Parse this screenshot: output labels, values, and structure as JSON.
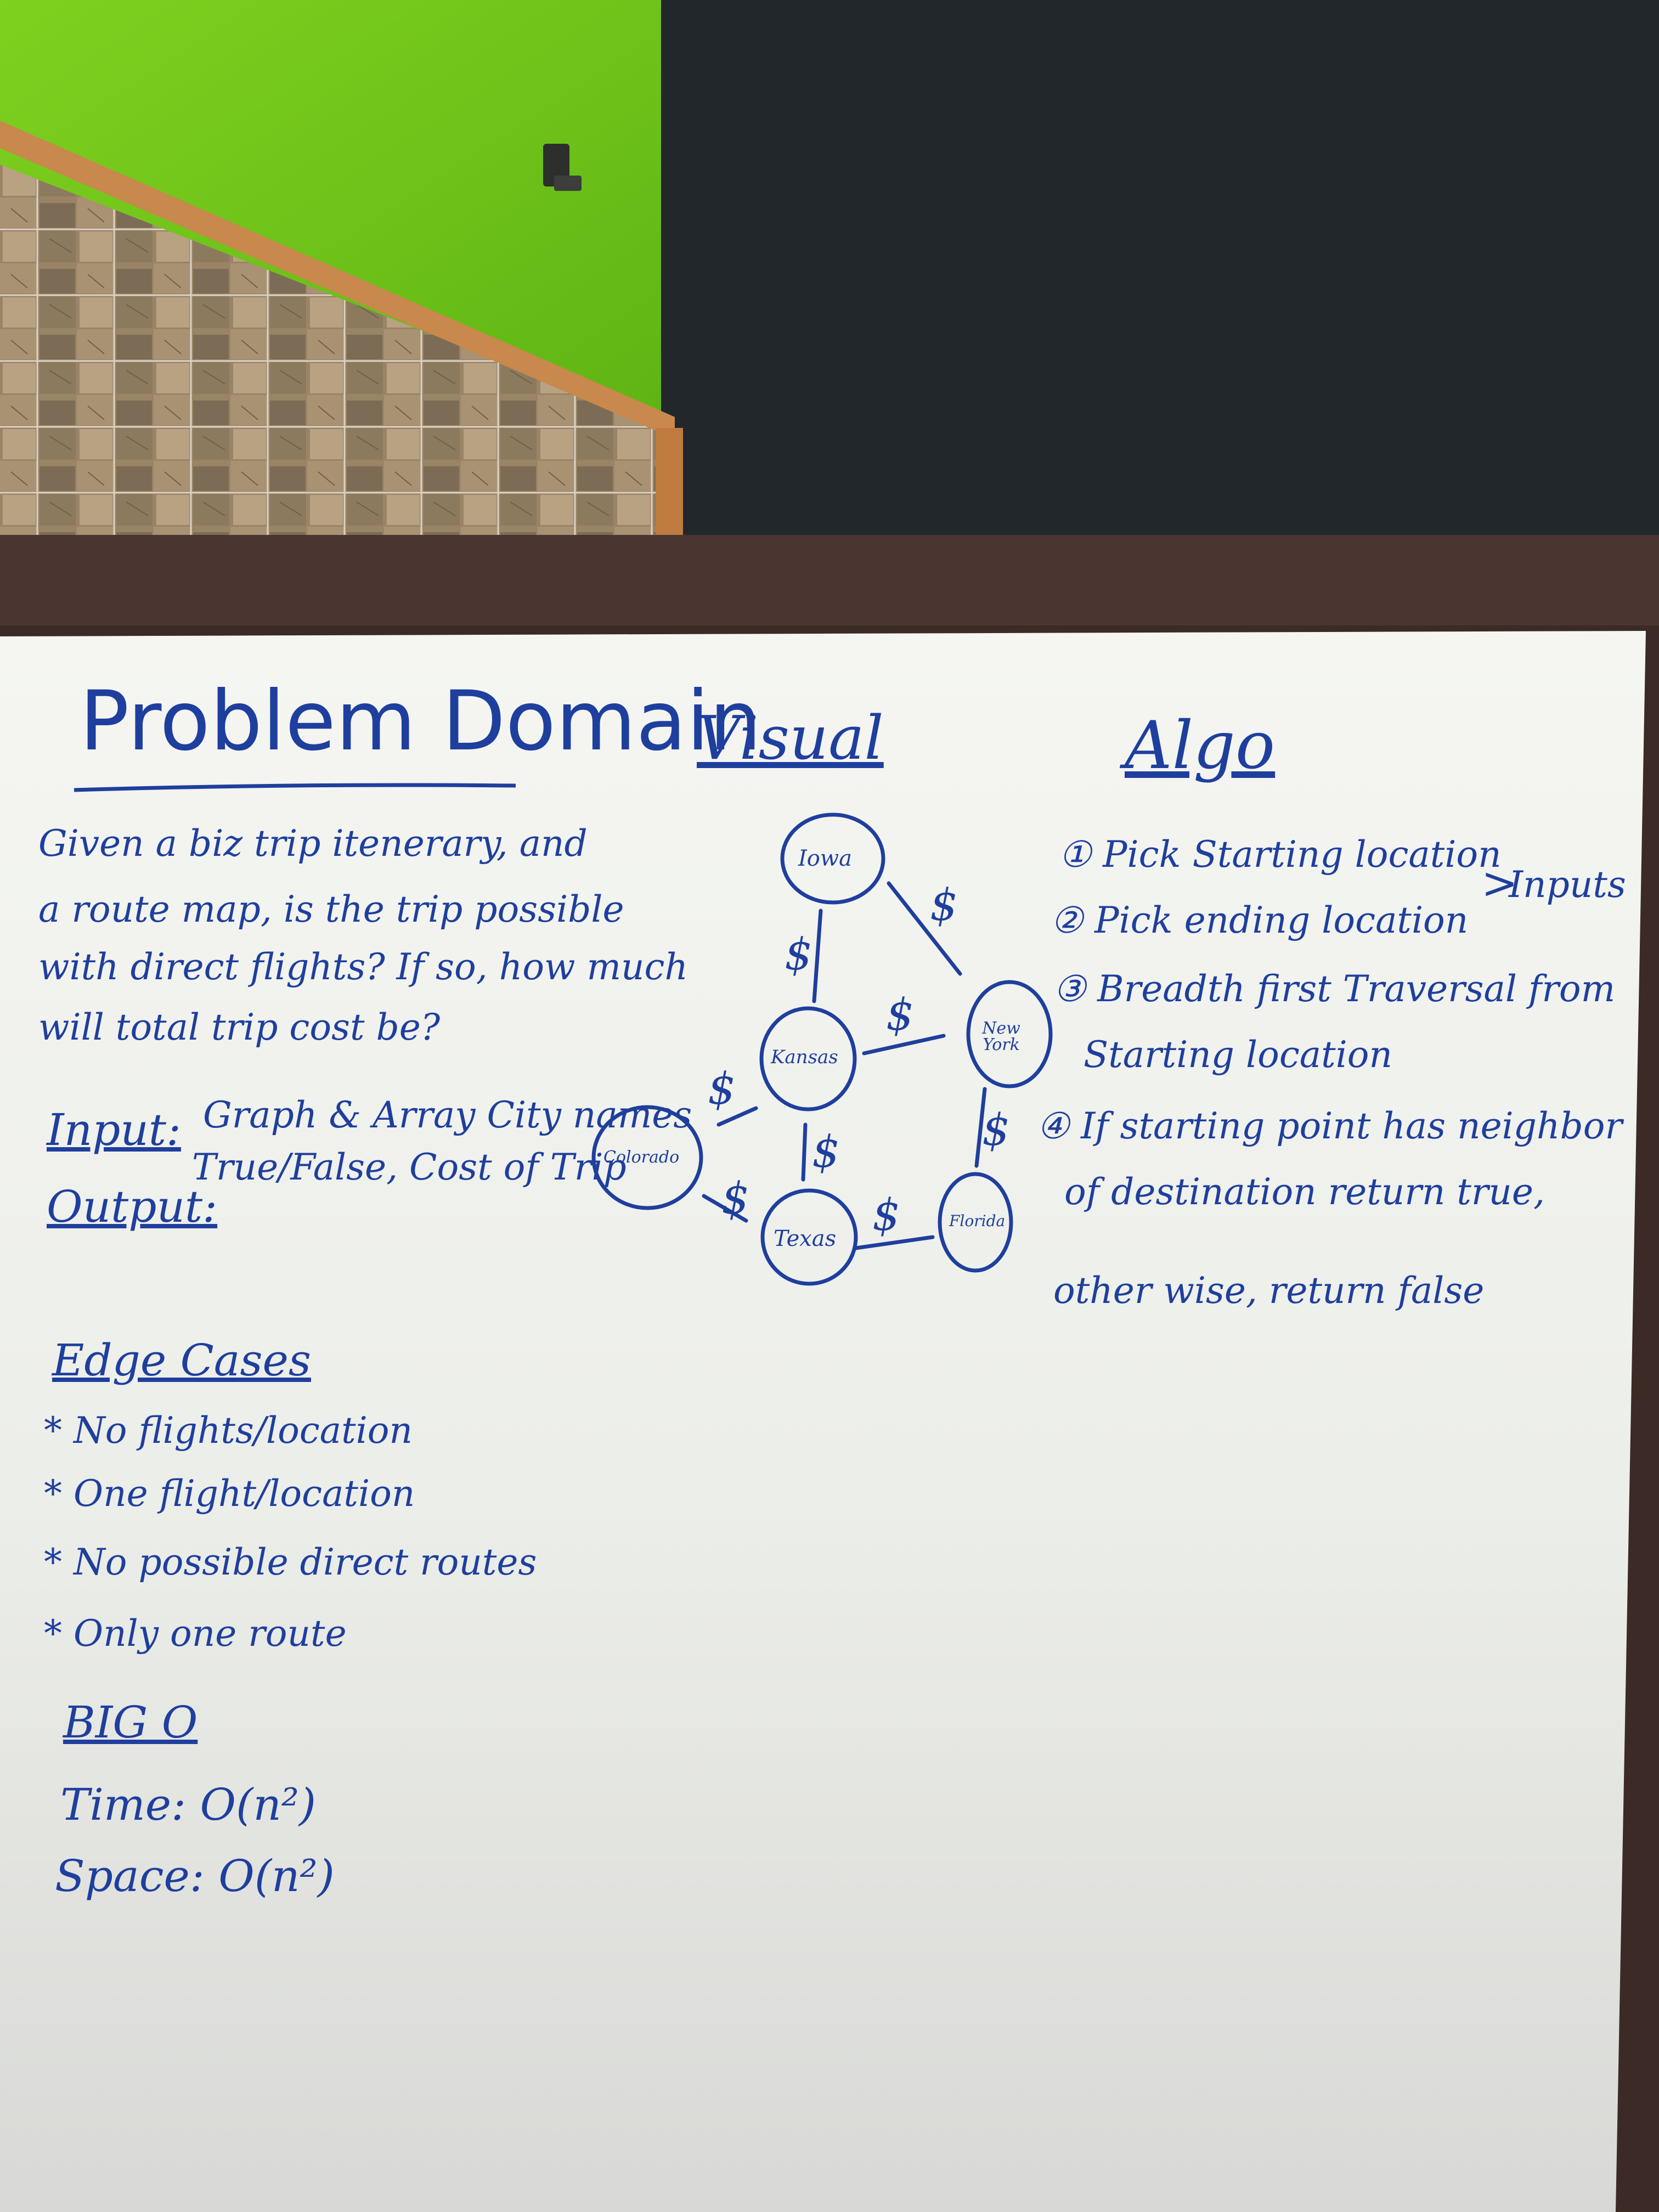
{
  "problem_domain": {
    "title": "Problem Domain",
    "description_lines": [
      "Given a biz trip itenerary, and",
      "a route map, is the trip possible",
      "with direct flights? If so, how much",
      "will total trip cost be?"
    ],
    "input_label": "Input:",
    "input_text": "Graph & Array City names",
    "output_label": "Output:",
    "output_text": "True/False, Cost of Trip"
  },
  "edge_cases": {
    "title": "Edge Cases",
    "items": [
      "* No flights/location",
      "* One flight/location",
      "* No possible direct routes",
      "* Only one route"
    ]
  },
  "big_o": {
    "title": "BIG O",
    "time": "Time: O(n²)",
    "space": "Space: O(n²)"
  },
  "visual": {
    "title": "Visual",
    "nodes": [
      "Iowa",
      "Kansas",
      "New York",
      "Colorado",
      "Texas",
      "Florida"
    ],
    "edge_label": "$"
  },
  "algo": {
    "title": "Algo",
    "steps": [
      "① Pick Starting location",
      "② Pick ending location",
      "③ Breadth first Traversal from",
      "Starting location",
      "④ If starting point has neighbor",
      "of destination return true,",
      "other wise, return false"
    ],
    "inputs_label": "Inputs"
  },
  "colors": {
    "ink": "#1f3f9e",
    "board": "#f3f4f0",
    "frame": "#3b2a25",
    "green_wall": "#6fc61a",
    "dark_wall": "#22272c"
  }
}
